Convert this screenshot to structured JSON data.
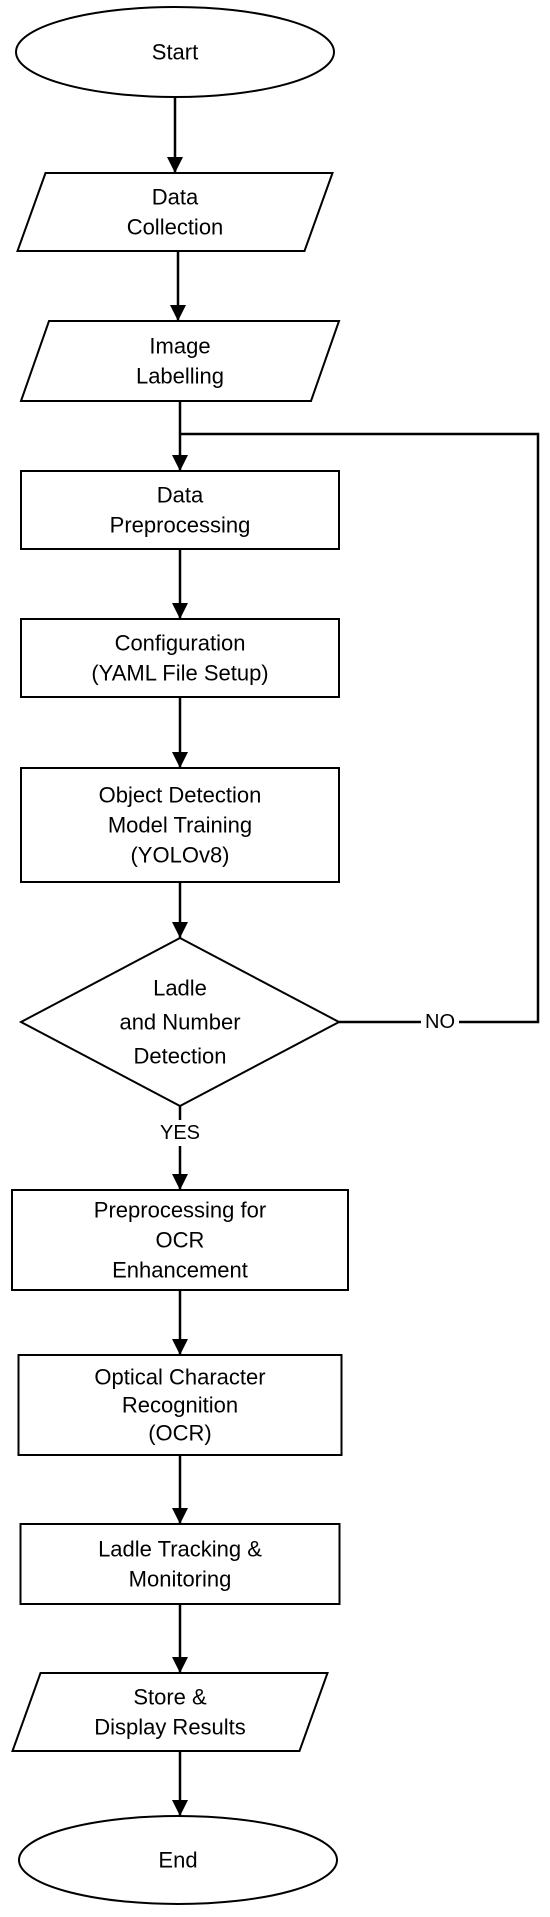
{
  "diagram": {
    "nodes": [
      {
        "id": "start",
        "shape": "ellipse",
        "lines": [
          "Start"
        ]
      },
      {
        "id": "data-collection",
        "shape": "parallelogram",
        "lines": [
          "Data",
          "Collection"
        ]
      },
      {
        "id": "image-labelling",
        "shape": "parallelogram",
        "lines": [
          "Image",
          "Labelling"
        ]
      },
      {
        "id": "data-preprocessing",
        "shape": "rectangle",
        "lines": [
          "Data",
          "Preprocessing"
        ]
      },
      {
        "id": "configuration",
        "shape": "rectangle",
        "lines": [
          "Configuration",
          "(YAML File Setup)"
        ]
      },
      {
        "id": "model-training",
        "shape": "rectangle",
        "lines": [
          "Object Detection",
          "Model Training",
          "(YOLOv8)"
        ]
      },
      {
        "id": "detection-decision",
        "shape": "diamond",
        "lines": [
          "Ladle",
          "and Number",
          "Detection"
        ]
      },
      {
        "id": "ocr-preprocessing",
        "shape": "rectangle",
        "lines": [
          "Preprocessing for",
          "OCR",
          "Enhancement"
        ]
      },
      {
        "id": "ocr",
        "shape": "rectangle",
        "lines": [
          "Optical Character",
          "Recognition",
          "(OCR)"
        ]
      },
      {
        "id": "ladle-tracking",
        "shape": "rectangle",
        "lines": [
          "Ladle Tracking &",
          "Monitoring"
        ]
      },
      {
        "id": "store-display",
        "shape": "parallelogram",
        "lines": [
          "Store &",
          "Display Results"
        ]
      },
      {
        "id": "end",
        "shape": "ellipse",
        "lines": [
          "End"
        ]
      }
    ],
    "edges": [
      {
        "from": "start",
        "to": "data-collection",
        "label": ""
      },
      {
        "from": "data-collection",
        "to": "image-labelling",
        "label": ""
      },
      {
        "from": "image-labelling",
        "to": "data-preprocessing",
        "label": ""
      },
      {
        "from": "data-preprocessing",
        "to": "configuration",
        "label": ""
      },
      {
        "from": "configuration",
        "to": "model-training",
        "label": ""
      },
      {
        "from": "model-training",
        "to": "detection-decision",
        "label": ""
      },
      {
        "from": "detection-decision",
        "to": "ocr-preprocessing",
        "label": "YES"
      },
      {
        "from": "detection-decision",
        "to": "data-preprocessing",
        "label": "NO"
      },
      {
        "from": "ocr-preprocessing",
        "to": "ocr",
        "label": ""
      },
      {
        "from": "ocr",
        "to": "ladle-tracking",
        "label": ""
      },
      {
        "from": "ladle-tracking",
        "to": "store-display",
        "label": ""
      },
      {
        "from": "store-display",
        "to": "end",
        "label": ""
      }
    ]
  }
}
